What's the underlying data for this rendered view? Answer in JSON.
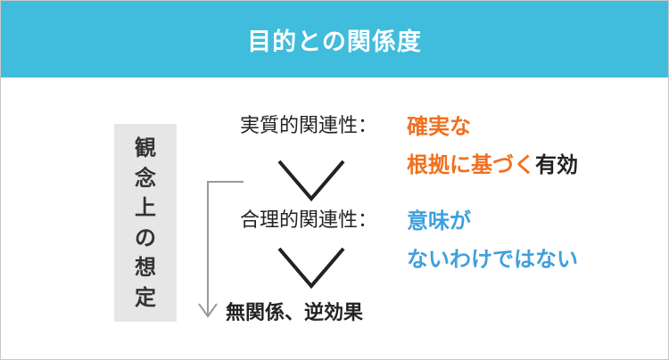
{
  "header": {
    "title": "目的との関係度",
    "bg_color": "#40bcdc"
  },
  "side_label": {
    "chars": [
      "観",
      "念",
      "上",
      "の",
      "想",
      "定"
    ]
  },
  "levels": [
    {
      "label": "実質的関連性：",
      "value_line1": "確実な",
      "value_line2_highlight": "根拠に基づく",
      "value_line2_normal": "有効",
      "color": "#f07020"
    },
    {
      "label": "合理的関連性：",
      "value_line1": "意味が",
      "value_line2": "ないわけではない",
      "color": "#40a0dc"
    },
    {
      "label": "無関係、逆効果"
    }
  ],
  "colors": {
    "orange": "#f07020",
    "blue": "#40a0dc",
    "arrow": "#222222",
    "bracket": "#999999"
  }
}
